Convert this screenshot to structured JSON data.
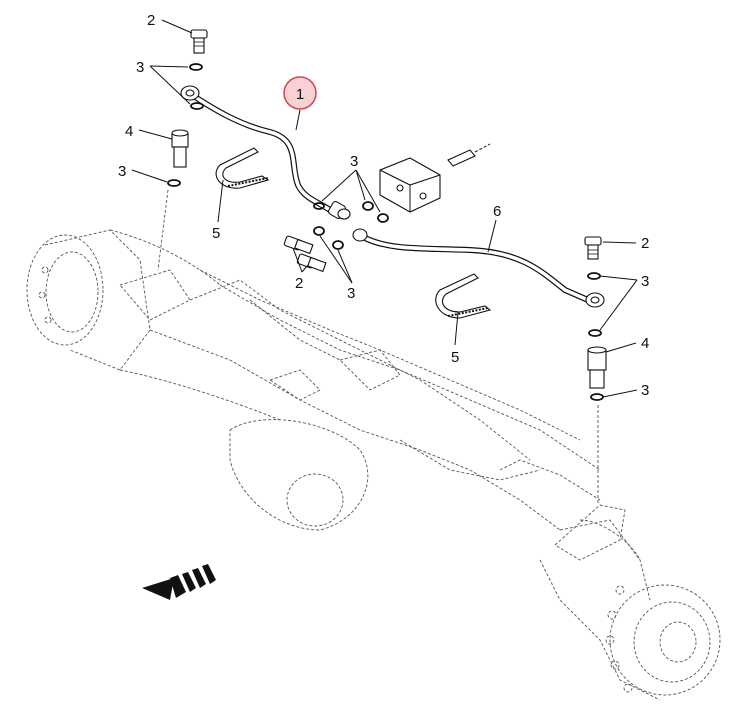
{
  "callouts": {
    "part_1": "1",
    "part_2": "2",
    "part_3": "3",
    "part_4": "4",
    "part_5": "5",
    "part_6": "6"
  },
  "highlight_color": "#d9434b",
  "highlight_fill": "#f6d2d4"
}
